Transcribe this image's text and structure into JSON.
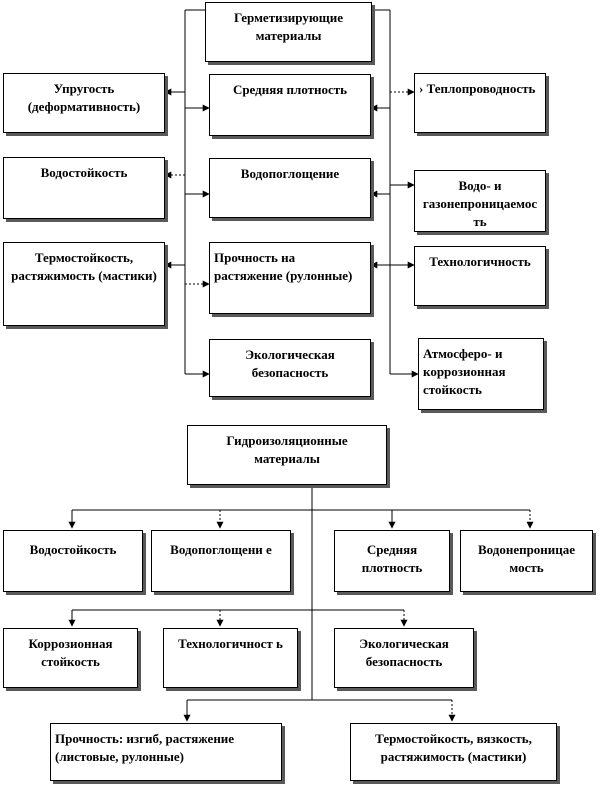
{
  "sealants": {
    "title": "Герметизирующие материалы",
    "left": [
      "Упругость (деформативность)",
      "Водостойкость",
      "Термостойкость, растяжимость (мастики)"
    ],
    "center": [
      "Средняя плотность",
      "Водопоглощение",
      "Прочность на растяжение (рулонные)",
      "Экологическая безопасность"
    ],
    "right": [
      "› Теплопроводность",
      "Водо- и газонепроницаемос ть",
      "Технологичность",
      "Атмосферо- и коррозионная стойкость"
    ]
  },
  "waterproofing": {
    "title": "Гидроизоляционные материалы",
    "row1": [
      "Водостойкость",
      "Водопоглощени е",
      "Средняя плотность",
      "Водонепроницае мость"
    ],
    "row2": [
      "Коррозионная стойкость",
      "Технологичност ь",
      "Экологическая безопасность"
    ],
    "row3": [
      "Прочность: изгиб, растяжение (листовые, рулонные)",
      "Термостойкость, вязкость, растяжимость (мастики)"
    ]
  }
}
